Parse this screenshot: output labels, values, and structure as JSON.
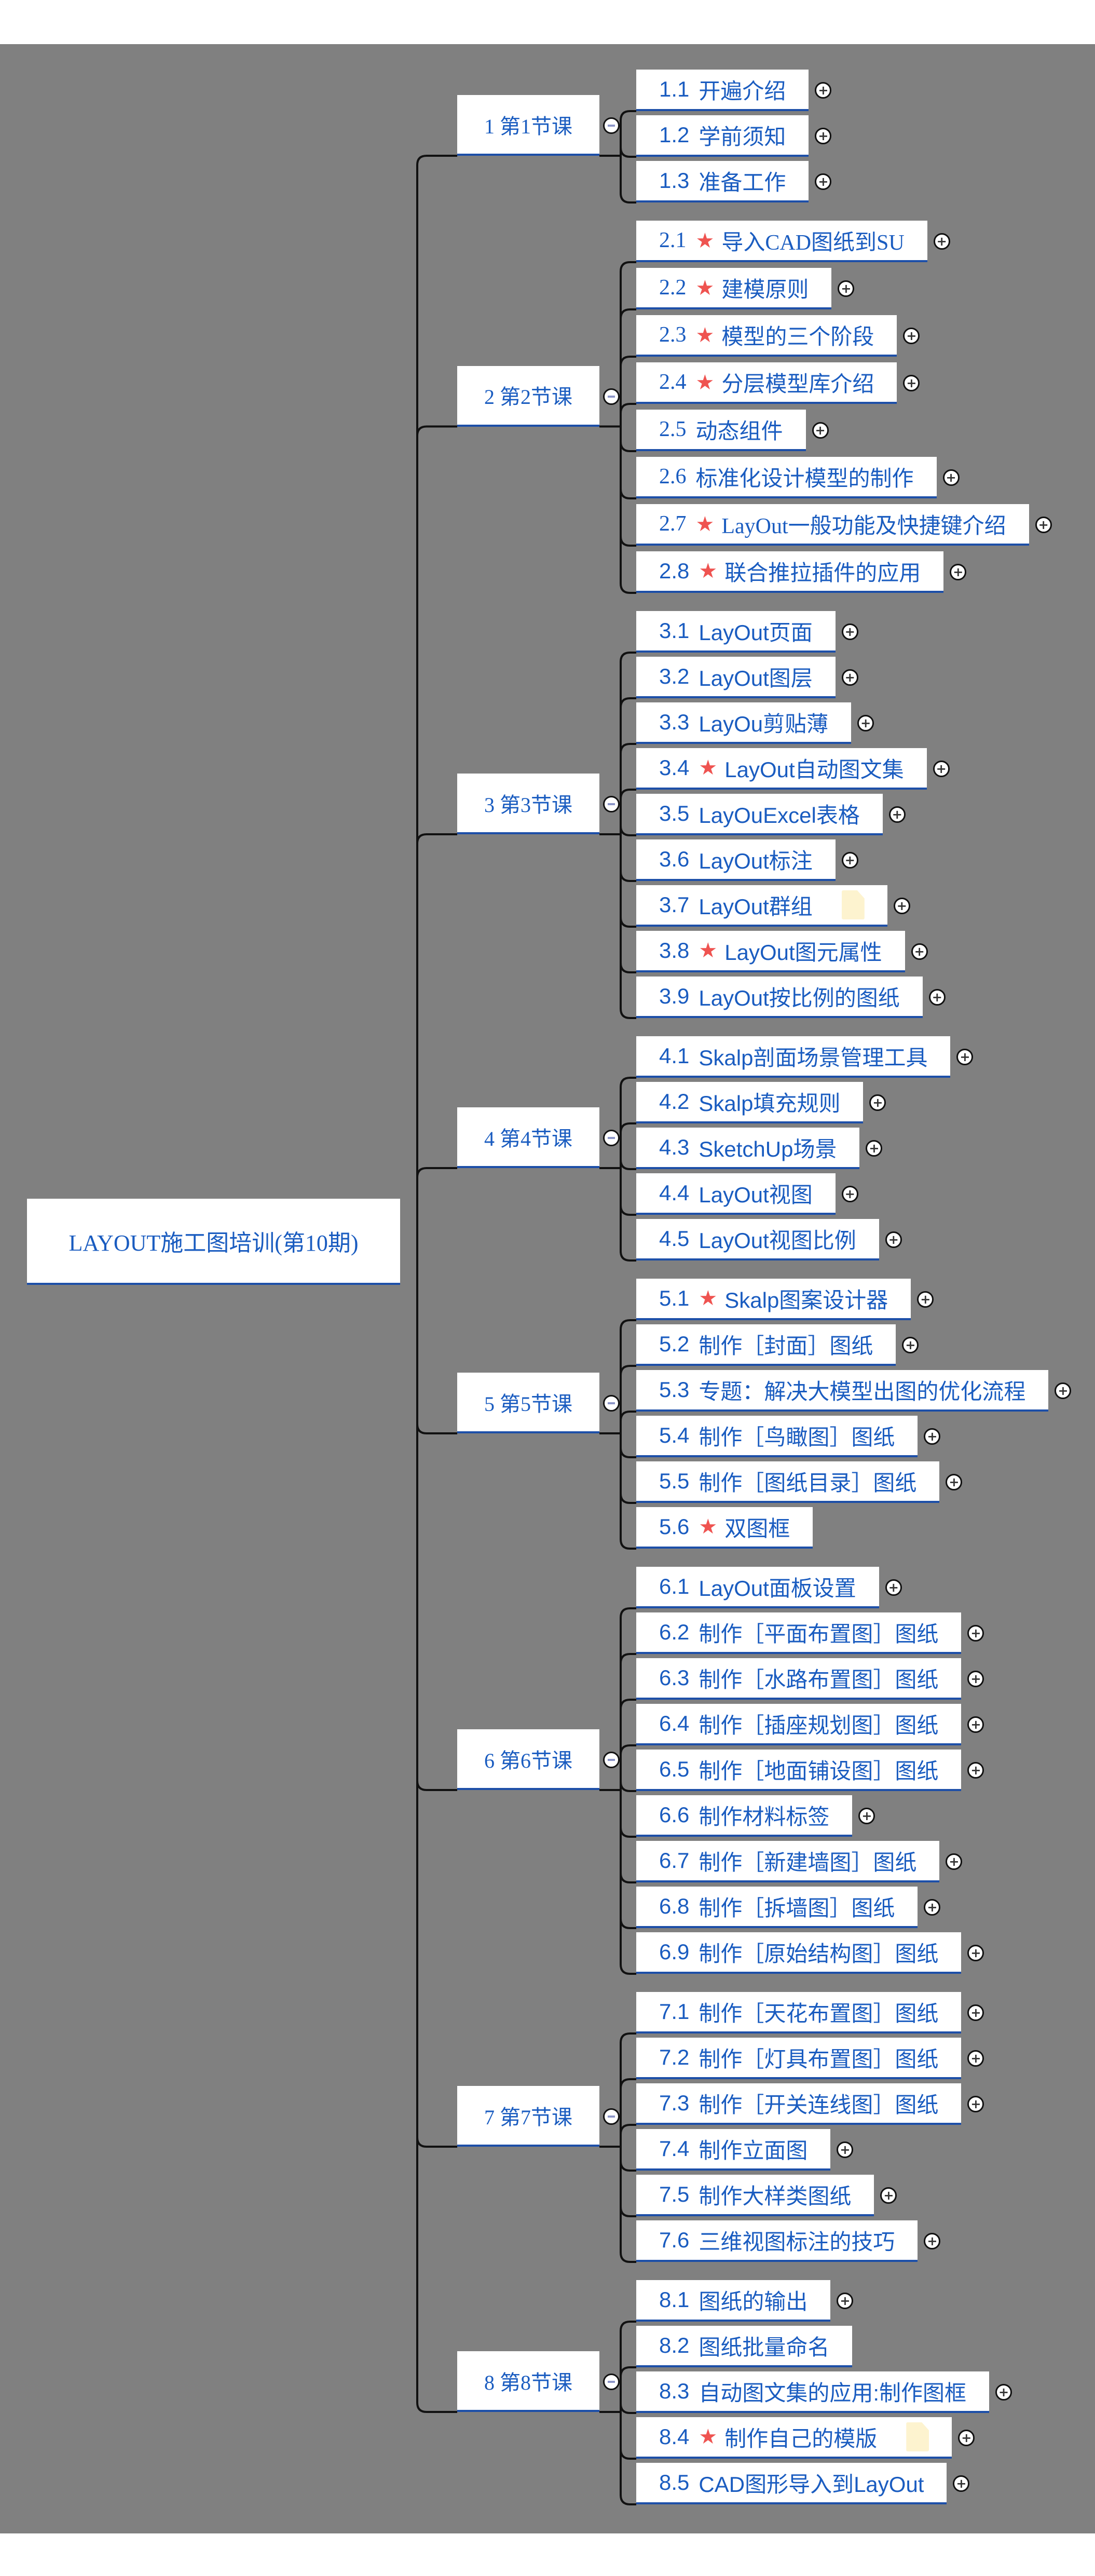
{
  "colors": {
    "background": "#808080",
    "node_fill": "#ffffff",
    "text": "#1a5cc0",
    "underline": "#1d4fa8",
    "star": "#ef5350",
    "note": "#fdf3cf",
    "line": "#111111"
  },
  "root": {
    "label": "LAYOUT施工图培训(第10期)"
  },
  "branches": [
    {
      "label": "1  第1节课",
      "children": [
        {
          "num": "1.1",
          "text": "开遍介绍"
        },
        {
          "num": "1.2",
          "text": "学前须知"
        },
        {
          "num": "1.3",
          "text": "准备工作"
        }
      ]
    },
    {
      "label": "2  第2节课",
      "children": [
        {
          "num": "2.1",
          "text": "导入CAD图纸到SU",
          "star": true,
          "serif": true
        },
        {
          "num": "2.2",
          "text": "建模原则",
          "star": true,
          "serif": true
        },
        {
          "num": "2.3",
          "text": "模型的三个阶段",
          "star": true,
          "serif": true
        },
        {
          "num": "2.4",
          "text": "分层模型库介绍",
          "star": true,
          "serif": true
        },
        {
          "num": "2.5",
          "text": "动态组件",
          "serif": true
        },
        {
          "num": "2.6",
          "text": "标准化设计模型的制作",
          "serif": true
        },
        {
          "num": "2.7",
          "text": "LayOut一般功能及快捷键介绍",
          "star": true,
          "serif": true
        },
        {
          "num": "2.8",
          "text": "联合推拉插件的应用",
          "star": true
        }
      ]
    },
    {
      "label": "3  第3节课",
      "children": [
        {
          "num": "3.1",
          "text": "LayOut页面"
        },
        {
          "num": "3.2",
          "text": "LayOut图层"
        },
        {
          "num": "3.3",
          "text": "LayOu剪贴薄"
        },
        {
          "num": "3.4",
          "text": "LayOut自动图文集",
          "star": true
        },
        {
          "num": "3.5",
          "text": "LayOuExcel表格"
        },
        {
          "num": "3.6",
          "text": "LayOut标注"
        },
        {
          "num": "3.7",
          "text": "LayOut群组",
          "note": true
        },
        {
          "num": "3.8",
          "text": "LayOut图元属性",
          "star": true
        },
        {
          "num": "3.9",
          "text": "LayOut按比例的图纸"
        }
      ]
    },
    {
      "label": "4  第4节课",
      "children": [
        {
          "num": "4.1",
          "text": "Skalp剖面场景管理工具"
        },
        {
          "num": "4.2",
          "text": "Skalp填充规则"
        },
        {
          "num": "4.3",
          "text": "SketchUp场景"
        },
        {
          "num": "4.4",
          "text": "LayOut视图"
        },
        {
          "num": "4.5",
          "text": "LayOut视图比例"
        }
      ]
    },
    {
      "label": "5  第5节课",
      "children": [
        {
          "num": "5.1",
          "text": "Skalp图案设计器",
          "star": true
        },
        {
          "num": "5.2",
          "text": "制作［封面］图纸"
        },
        {
          "num": "5.3",
          "text": "专题：解决大模型出图的优化流程"
        },
        {
          "num": "5.4",
          "text": "制作［鸟瞰图］图纸"
        },
        {
          "num": "5.5",
          "text": "制作［图纸目录］图纸"
        },
        {
          "num": "5.6",
          "text": "双图框",
          "star": true,
          "noplus": true
        }
      ]
    },
    {
      "label": "6  第6节课",
      "children": [
        {
          "num": "6.1",
          "text": "LayOut面板设置"
        },
        {
          "num": "6.2",
          "text": "制作［平面布置图］图纸"
        },
        {
          "num": "6.3",
          "text": "制作［水路布置图］图纸"
        },
        {
          "num": "6.4",
          "text": "制作［插座规划图］图纸"
        },
        {
          "num": "6.5",
          "text": "制作［地面铺设图］图纸"
        },
        {
          "num": "6.6",
          "text": "制作材料标签"
        },
        {
          "num": "6.7",
          "text": "制作［新建墙图］图纸"
        },
        {
          "num": "6.8",
          "text": "制作［拆墙图］图纸"
        },
        {
          "num": "6.9",
          "text": "制作［原始结构图］图纸"
        }
      ]
    },
    {
      "label": "7  第7节课",
      "children": [
        {
          "num": "7.1",
          "text": "制作［天花布置图］图纸"
        },
        {
          "num": "7.2",
          "text": "制作［灯具布置图］图纸"
        },
        {
          "num": "7.3",
          "text": "制作［开关连线图］图纸"
        },
        {
          "num": "7.4",
          "text": "制作立面图"
        },
        {
          "num": "7.5",
          "text": "制作大样类图纸"
        },
        {
          "num": "7.6",
          "text": "三维视图标注的技巧"
        }
      ]
    },
    {
      "label": "8  第8节课",
      "children": [
        {
          "num": "8.1",
          "text": "图纸的输出"
        },
        {
          "num": "8.2",
          "text": "图纸批量命名",
          "noplus": true
        },
        {
          "num": "8.3",
          "text": "自动图文集的应用:制作图框"
        },
        {
          "num": "8.4",
          "text": "制作自己的模版",
          "star": true,
          "note": true
        },
        {
          "num": "8.5",
          "text": "CAD图形导入到LayOut"
        }
      ]
    }
  ],
  "icons": {
    "star": "star-icon",
    "note": "note-icon",
    "expand": "plus-circle-icon",
    "collapse": "minus-circle-icon"
  }
}
